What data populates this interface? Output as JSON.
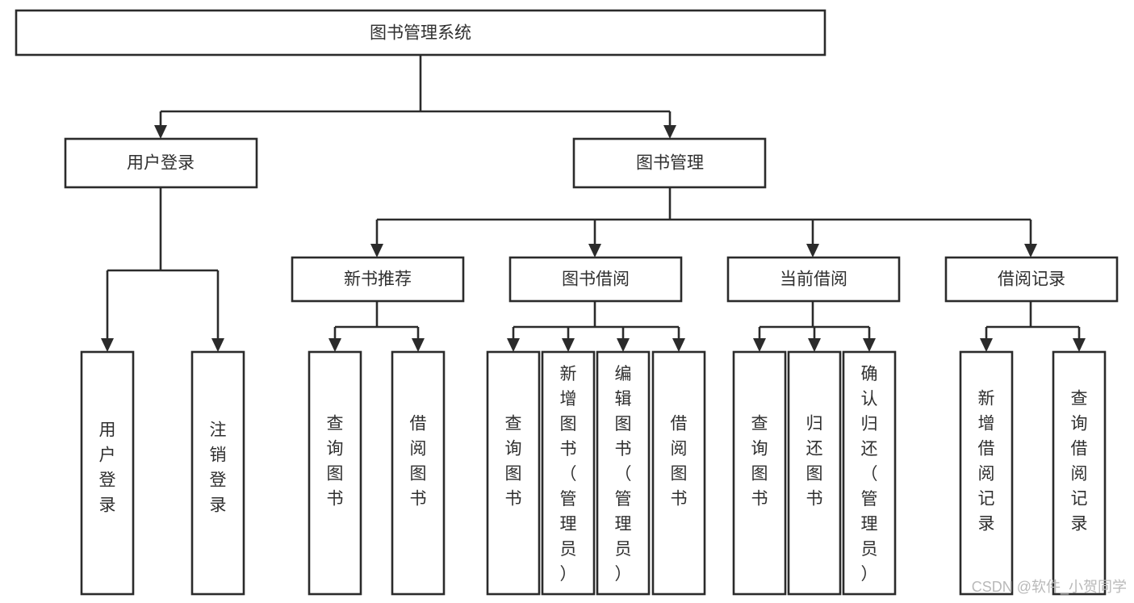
{
  "diagram": {
    "title": "图书管理系统",
    "type": "hierarchy-tree",
    "colors": {
      "stroke": "#2b2b2b",
      "box_fill": "#ffffff",
      "text": "#2f2f2f",
      "background": "#ffffff",
      "watermark": "#b9b9b9"
    },
    "root": {
      "label": "图书管理系统"
    },
    "level2": [
      {
        "label": "用户登录"
      },
      {
        "label": "图书管理"
      }
    ],
    "level3": [
      {
        "label": "新书推荐"
      },
      {
        "label": "图书借阅"
      },
      {
        "label": "当前借阅"
      },
      {
        "label": "借阅记录"
      }
    ],
    "leaves": {
      "user_login": [
        {
          "label": "用户登录"
        },
        {
          "label": "注销登录"
        }
      ],
      "new_book_recommend": [
        {
          "label": "查询图书"
        },
        {
          "label": "借阅图书"
        }
      ],
      "book_borrow": [
        {
          "label": "查询图书"
        },
        {
          "label": "新增图书（管理员）"
        },
        {
          "label": "编辑图书（管理员）"
        },
        {
          "label": "借阅图书"
        }
      ],
      "current_borrow": [
        {
          "label": "查询图书"
        },
        {
          "label": "归还图书"
        },
        {
          "label": "确认归还（管理员）"
        }
      ],
      "borrow_record": [
        {
          "label": "新增借阅记录"
        },
        {
          "label": "查询借阅记录"
        }
      ]
    },
    "watermark": "CSDN @软件_小贺同学"
  }
}
